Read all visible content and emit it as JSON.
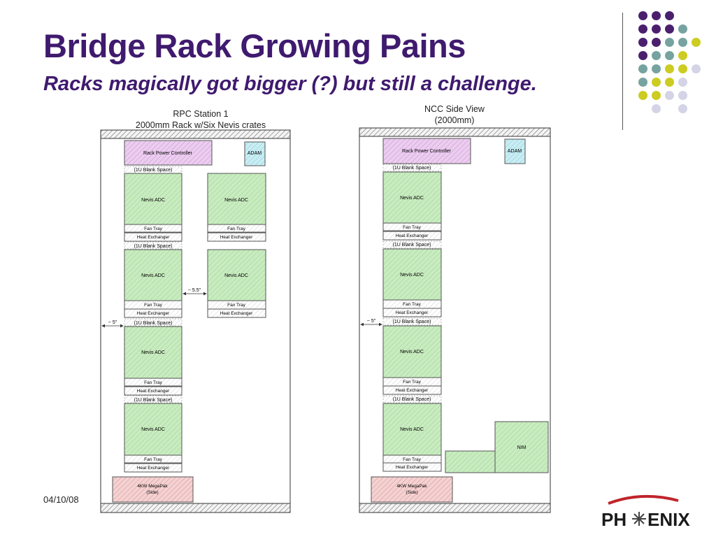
{
  "slide": {
    "title": "Bridge Rack Growing Pains",
    "subtitle": "Racks magically got bigger (?) but still a challenge.",
    "date": "04/10/08"
  },
  "colors": {
    "title": "#3f1a6e",
    "dot_purple": "#4b1f6e",
    "dot_teal": "#76a3a0",
    "dot_yellow": "#cccc22",
    "dot_lavender": "#d4d4e6",
    "rack_power_controller": "#e9c8ec",
    "adam": "#c6ecf2",
    "nevis_adc": "#c8ecc0",
    "megapak": "#f2c8c8"
  },
  "logo": {
    "text_left": "PH",
    "text_right": "ENIX"
  },
  "left_rack": {
    "title_line1": "RPC Station 1",
    "title_line2": "2000mm Rack w/Six Nevis crates",
    "rack_power_controller": "Rack Power Controller",
    "adam": "ADAM",
    "blank_space": "(1U Blank Space)",
    "nevis_adc": "Nevis ADC",
    "fan_tray": "Fan Tray",
    "heat_exchanger": "Heat Exchanger",
    "gap_label": "~ 5.5\"",
    "side_gap_label": "~ 5\"",
    "megapak_line1": "4KW MegaPak",
    "megapak_line2": "(Side)"
  },
  "right_rack": {
    "title_line1": "NCC Side View",
    "title_line2": "(2000mm)",
    "rack_power_controller": "Rack Power Controller",
    "adam": "ADAM",
    "blank_space": "(1U Blank Space)",
    "nevis_adc": "Nevis ADC",
    "fan_tray": "Fan Tray",
    "heat_exchanger": "Heat Exchanger",
    "side_gap_label": "~ 5\"",
    "nim": "NIM",
    "megapak_line1": "4KW MegaPak",
    "megapak_line2": "(Side)"
  }
}
